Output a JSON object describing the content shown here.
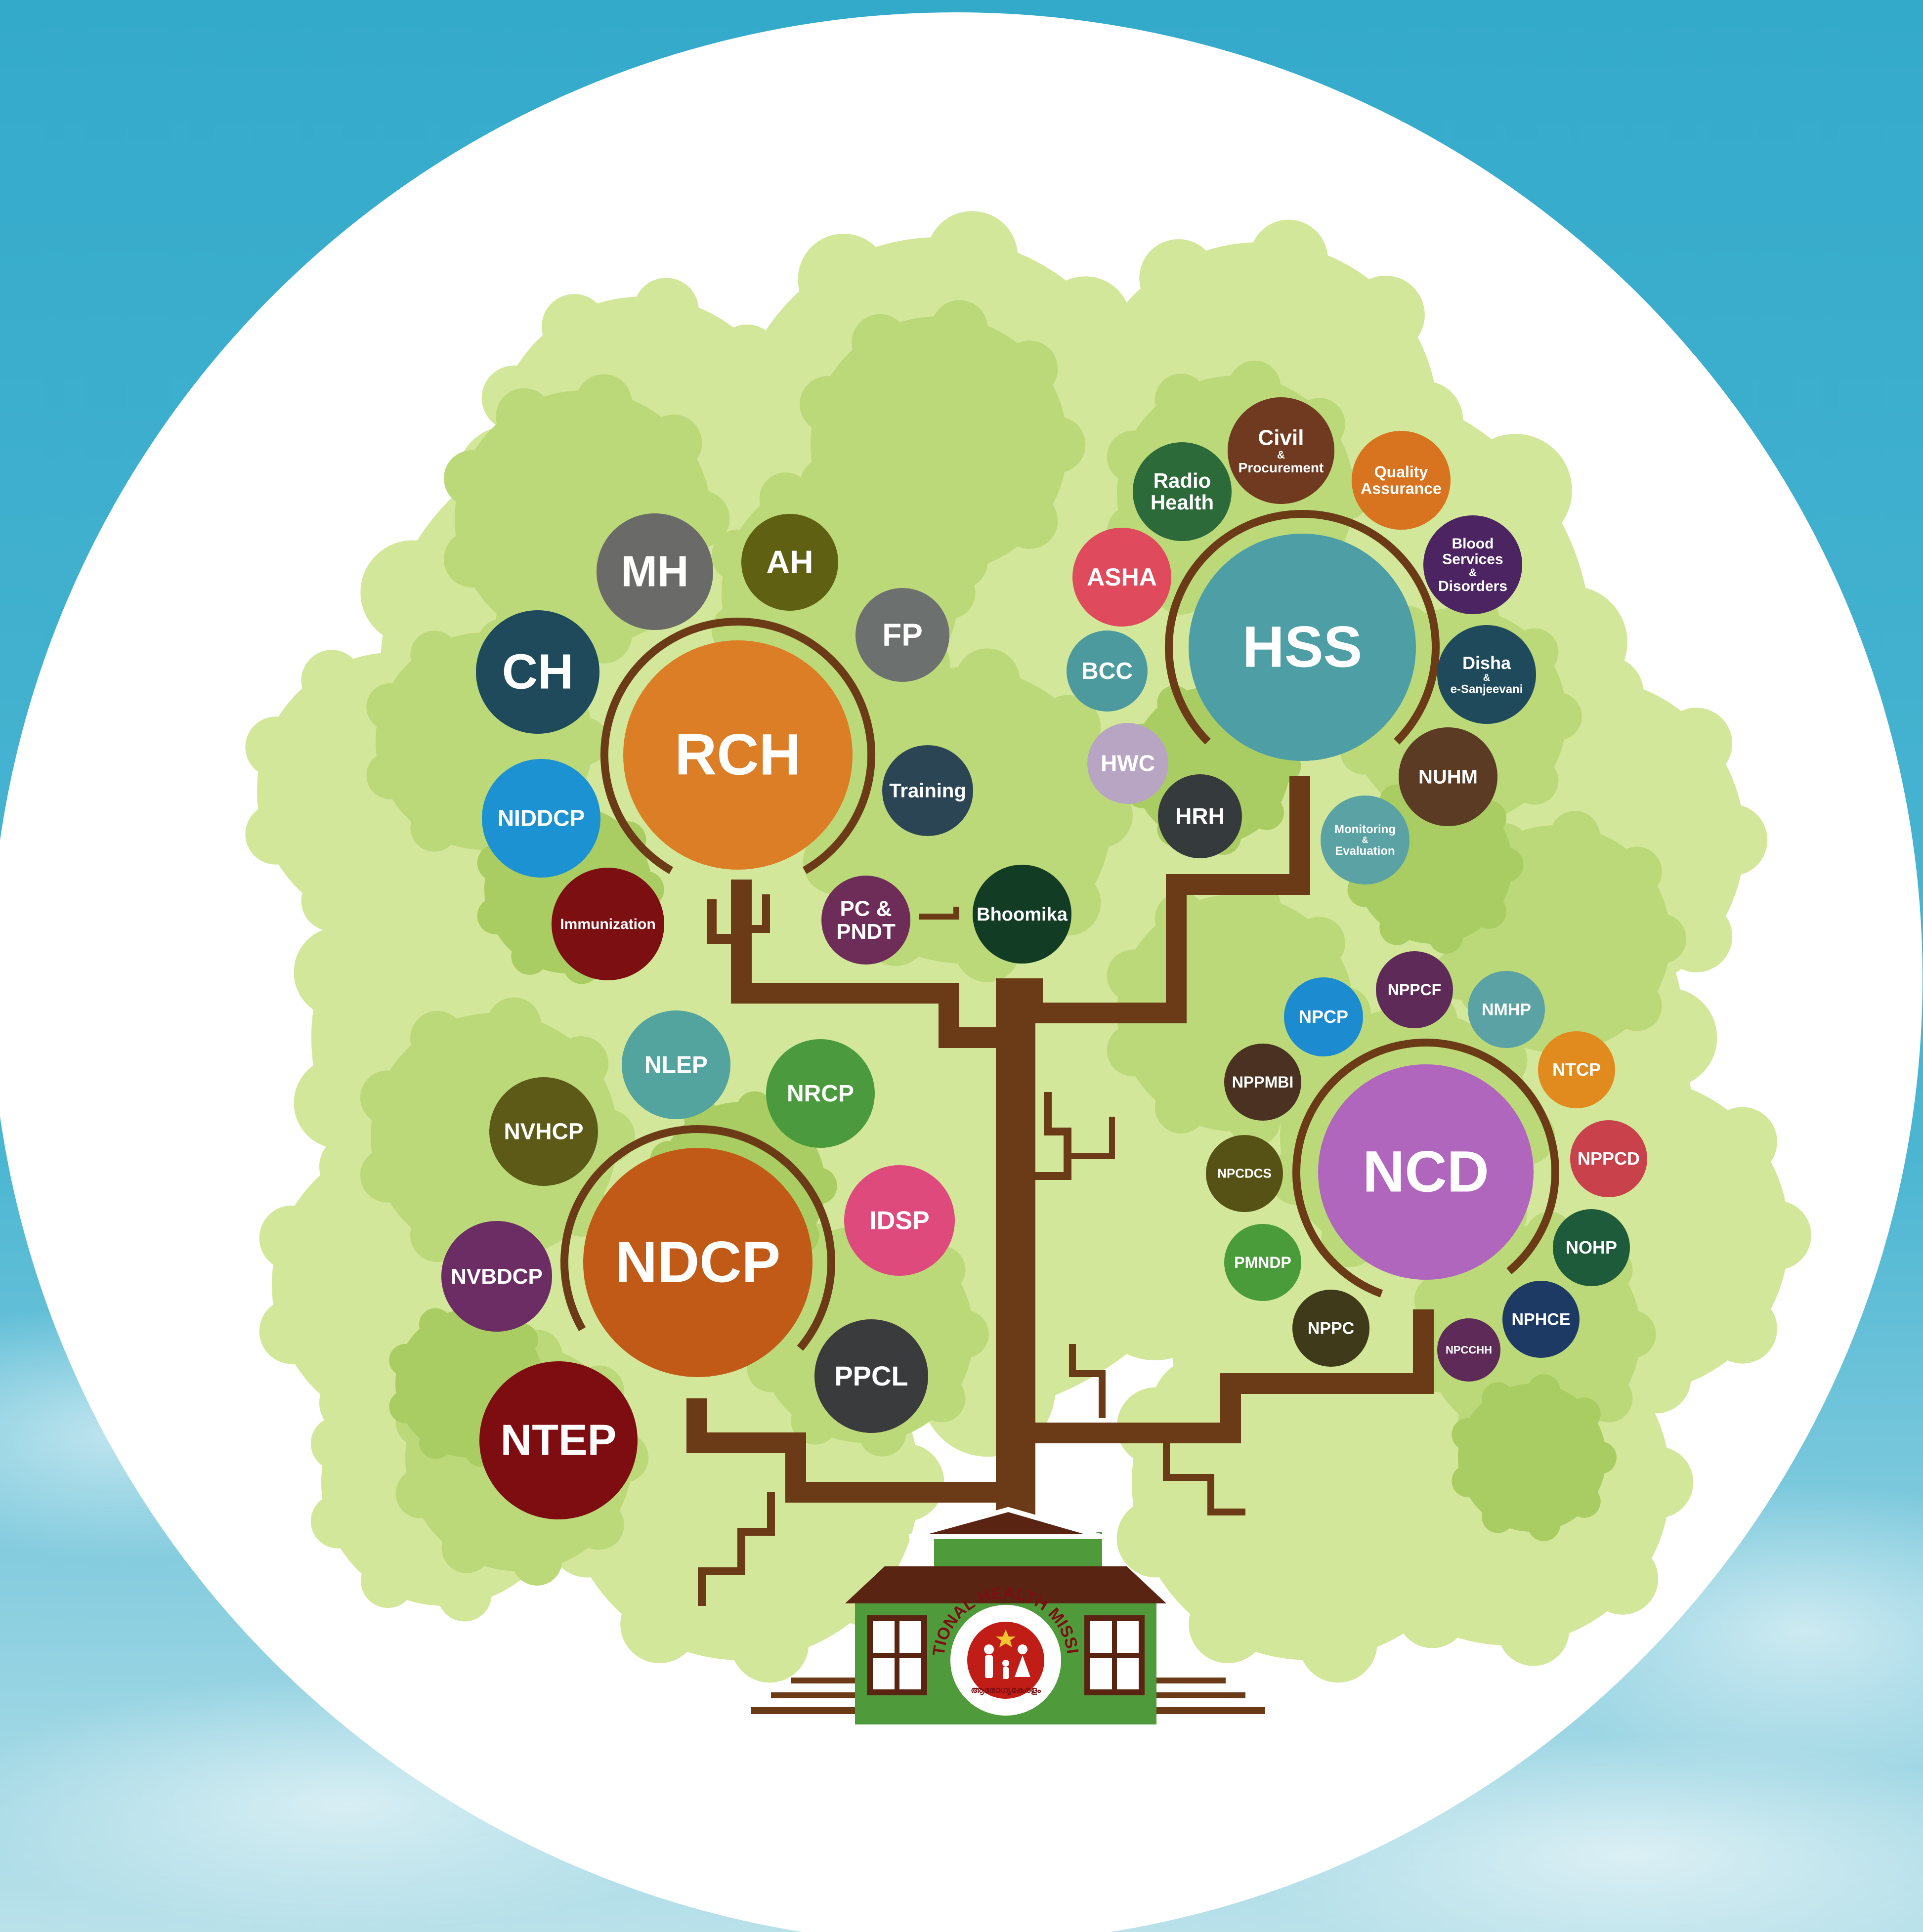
{
  "colors": {
    "sky_top": "#34aacb",
    "sky_bottom": "#b9e1ea",
    "disc": "#ffffff",
    "foliage_light": "#d3e79b",
    "foliage_mid": "#bcd97a",
    "foliage_dark": "#a9cd62",
    "trunk": "#6b3a16",
    "house_wall": "#4f9b3c",
    "house_roof": "#5a2412",
    "logo_red": "#c01d16"
  },
  "logo": {
    "name": "national-health-mission-seal",
    "arc_text": "NATIONAL HEALTH MISSION",
    "sub_text": "ആരോഗ്യകേരളം"
  },
  "clusters": [
    {
      "id": "rch",
      "hub": {
        "label": "RCH",
        "color": "#dc7e26"
      },
      "nodes": [
        {
          "label": "CH",
          "color": "#1f4a5c"
        },
        {
          "label": "MH",
          "color": "#6a6b68"
        },
        {
          "label": "AH",
          "color": "#5f6011"
        },
        {
          "label": "FP",
          "color": "#6c7170"
        },
        {
          "label": "Training",
          "color": "#2b4555"
        },
        {
          "label": "NIDDCP",
          "color": "#1d92d3"
        },
        {
          "label": "Immunization",
          "color": "#7b0f12"
        },
        {
          "label": "PC & PNDT",
          "color": "#6e2d59"
        },
        {
          "label": "Bhoomika",
          "color": "#123d24"
        }
      ]
    },
    {
      "id": "hss",
      "hub": {
        "label": "HSS",
        "color": "#4e9ea6"
      },
      "nodes": [
        {
          "label": "ASHA",
          "color": "#e04a5d"
        },
        {
          "label": "Radio Health",
          "color": "#2d6a3a"
        },
        {
          "label": "Civil & Procurement",
          "color": "#6f3a20"
        },
        {
          "label": "Quality Assurance",
          "color": "#d8731f"
        },
        {
          "label": "Blood Services & Disorders",
          "color": "#4c2461"
        },
        {
          "label": "Disha & e-Sanjeevani",
          "color": "#1f4a5c"
        },
        {
          "label": "NUHM",
          "color": "#5b3b24"
        },
        {
          "label": "Monitoring & Evaluation",
          "color": "#5aa2a3"
        },
        {
          "label": "HRH",
          "color": "#353a3c"
        },
        {
          "label": "HWC",
          "color": "#b7a5c3"
        },
        {
          "label": "BCC",
          "color": "#4c9a9d"
        }
      ]
    },
    {
      "id": "ndcp",
      "hub": {
        "label": "NDCP",
        "color": "#c25a17"
      },
      "nodes": [
        {
          "label": "NLEP",
          "color": "#53a39f"
        },
        {
          "label": "NRCP",
          "color": "#4b9a3e"
        },
        {
          "label": "NVHCP",
          "color": "#5d5a18"
        },
        {
          "label": "IDSP",
          "color": "#df4a7d"
        },
        {
          "label": "NVBDCP",
          "color": "#6b2d63"
        },
        {
          "label": "PPCL",
          "color": "#3a3b3c"
        },
        {
          "label": "NTEP",
          "color": "#7e0d12"
        }
      ]
    },
    {
      "id": "ncd",
      "hub": {
        "label": "NCD",
        "color": "#b166be"
      },
      "nodes": [
        {
          "label": "NPCP",
          "color": "#1d8bd0"
        },
        {
          "label": "NPPCF",
          "color": "#5e2a58"
        },
        {
          "label": "NMHP",
          "color": "#5aa2a3"
        },
        {
          "label": "NTCP",
          "color": "#e18a1e"
        },
        {
          "label": "NPPCD",
          "color": "#c9424b"
        },
        {
          "label": "NOHP",
          "color": "#1e5b3b"
        },
        {
          "label": "NPHCE",
          "color": "#1c3a63"
        },
        {
          "label": "NPCCHH",
          "color": "#5e2a58"
        },
        {
          "label": "NPPC",
          "color": "#3f3a1a"
        },
        {
          "label": "PMNDP",
          "color": "#4a9b3a"
        },
        {
          "label": "NPCDCS",
          "color": "#565216"
        },
        {
          "label": "NPPMBI",
          "color": "#4a3121"
        }
      ]
    }
  ]
}
